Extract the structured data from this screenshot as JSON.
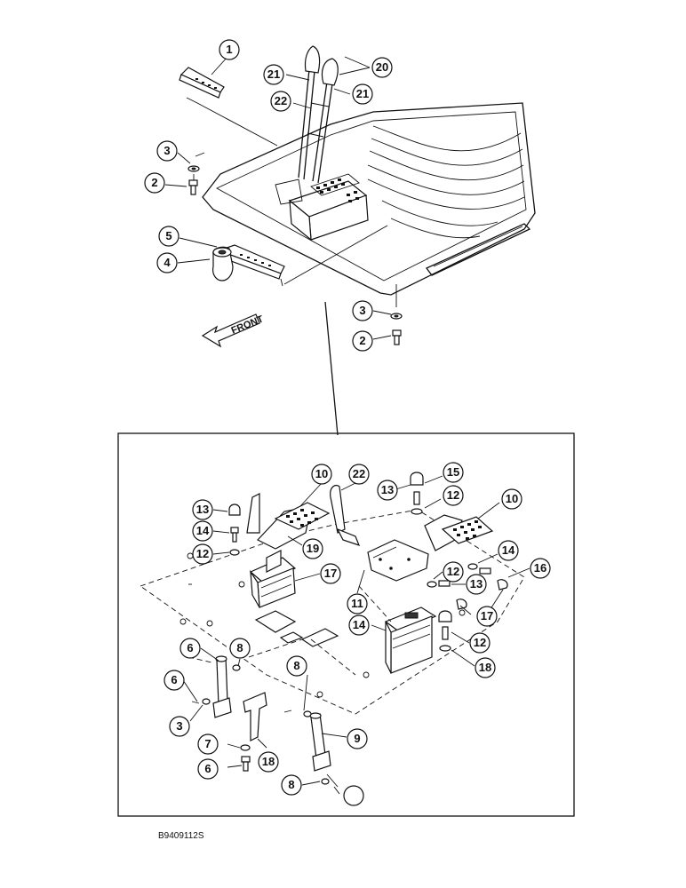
{
  "diagram": {
    "front_label": "FRONT",
    "drawing_code": "B9409112S",
    "top_callouts": [
      "1",
      "20",
      "21",
      "21",
      "22",
      "3",
      "2",
      "5",
      "4",
      "3",
      "2"
    ],
    "detail_callouts": [
      "10",
      "22",
      "15",
      "13",
      "12",
      "10",
      "13",
      "14",
      "19",
      "12",
      "17",
      "12",
      "14",
      "16",
      "11",
      "13",
      "17",
      "14",
      "12",
      "18",
      "6",
      "8",
      "6",
      "8",
      "3",
      "7",
      "18",
      "9",
      "6",
      "8"
    ]
  }
}
